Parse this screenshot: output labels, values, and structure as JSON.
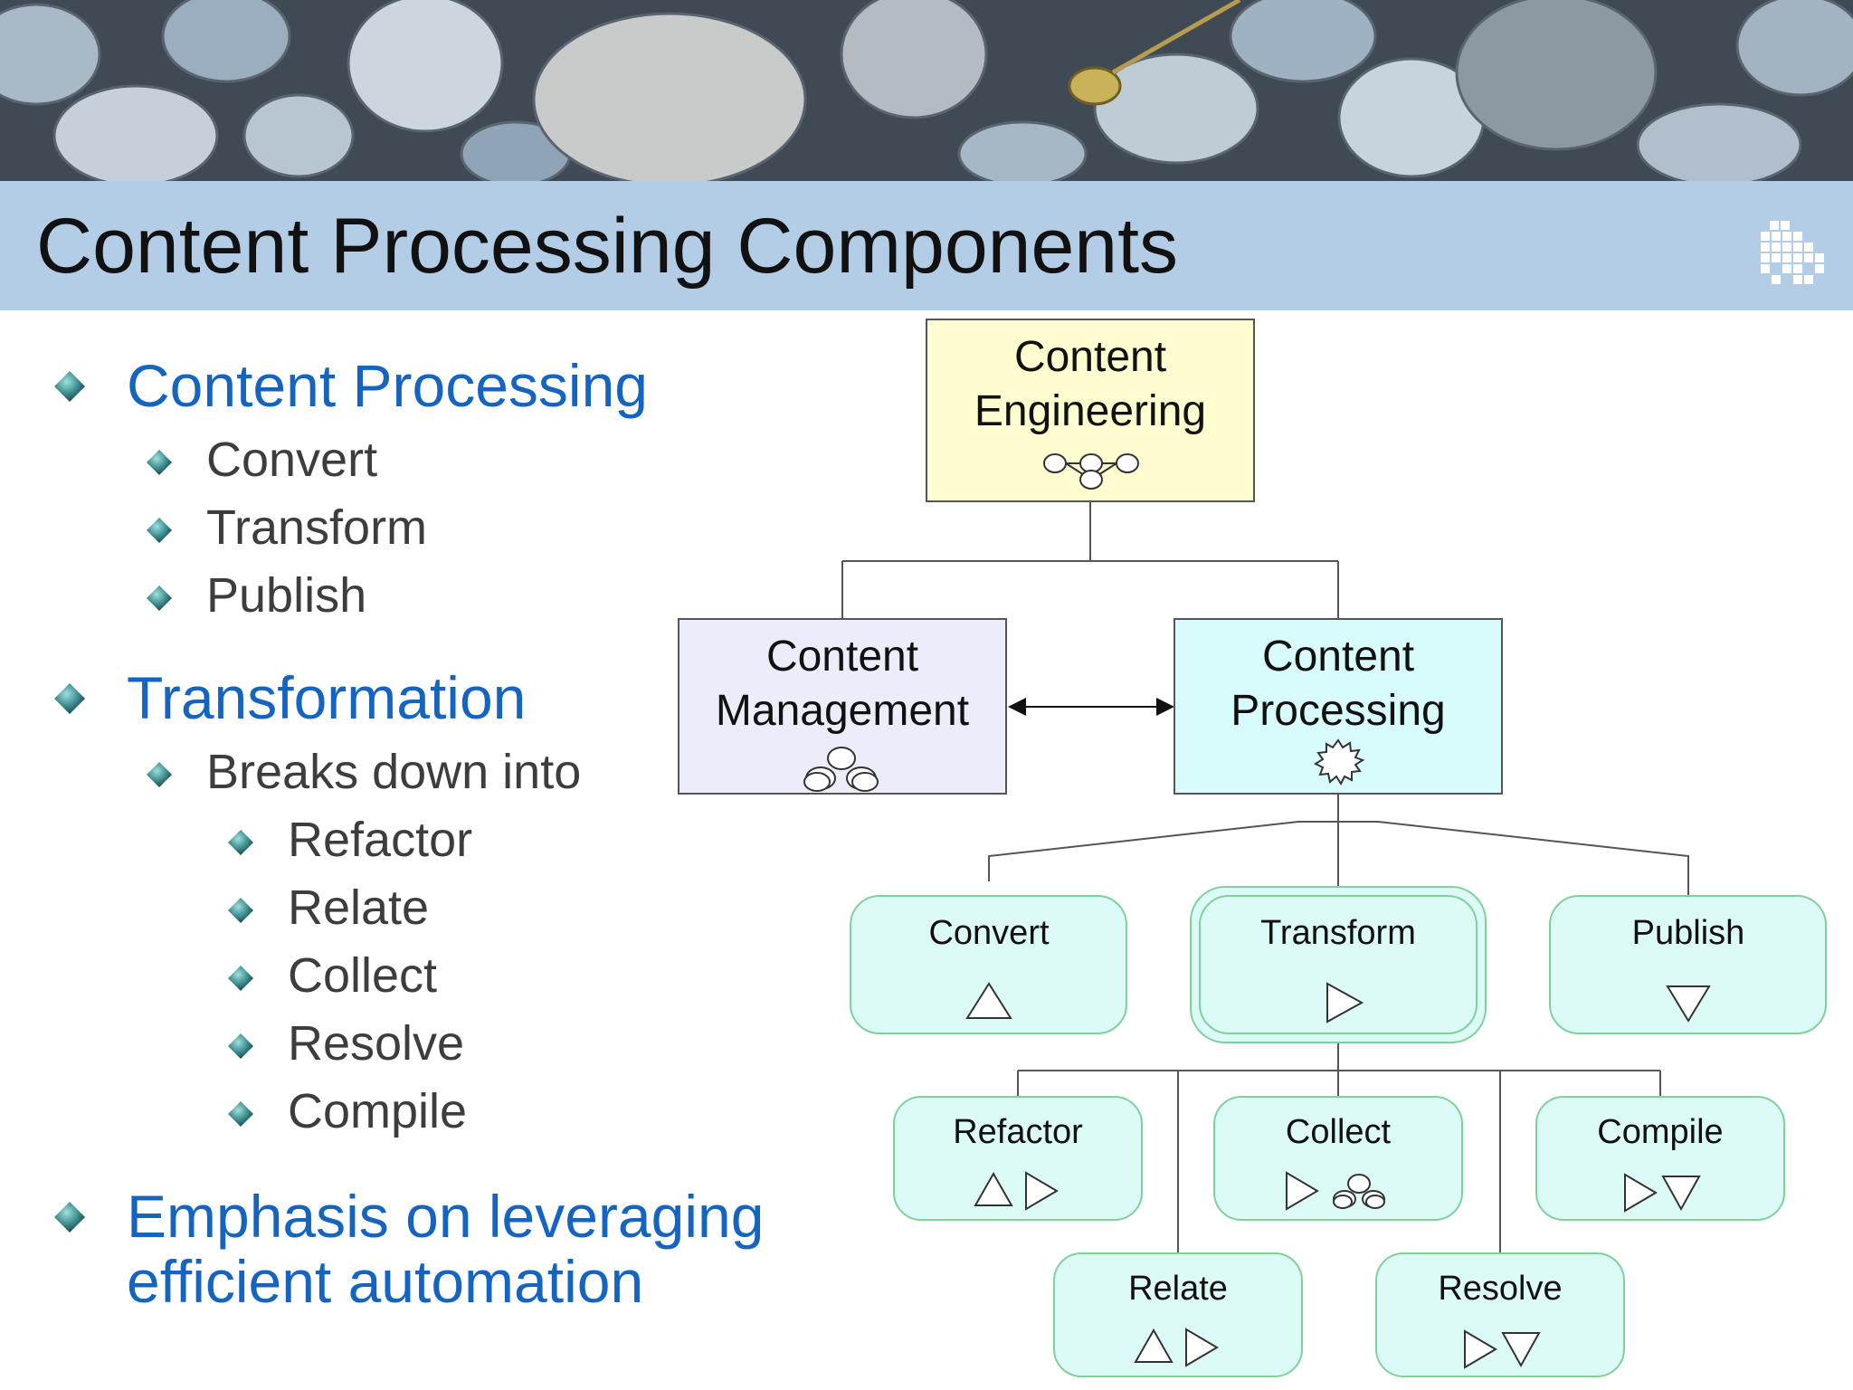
{
  "title": "Content Processing Components",
  "bullets": {
    "b1": "Content Processing",
    "b1_items": [
      "Convert",
      "Transform",
      "Publish"
    ],
    "b2": "Transformation",
    "b2_sub": "Breaks down into",
    "b2_items": [
      "Refactor",
      "Relate",
      "Collect",
      "Resolve",
      "Compile"
    ],
    "b3_line1": "Emphasis on leveraging",
    "b3_line2": "efficient automation"
  },
  "diagram": {
    "engineering": {
      "line1": "Content",
      "line2": "Engineering",
      "icon": "connected-nodes-icon",
      "color": "#fdfdd0"
    },
    "management": {
      "line1": "Content",
      "line2": "Management",
      "icon": "stacked-circles-icon",
      "color": "#ebeefa"
    },
    "processing": {
      "line1": "Content",
      "line2": "Processing",
      "icon": "starburst-icon",
      "color": "#d8fbfb"
    },
    "convert": {
      "label": "Convert",
      "icon": "triangle-up-icon"
    },
    "transform": {
      "label": "Transform",
      "icon": "triangle-right-icon"
    },
    "publish": {
      "label": "Publish",
      "icon": "triangle-down-icon"
    },
    "refactor": {
      "label": "Refactor",
      "icon": "triangle-up-right-icon"
    },
    "collect": {
      "label": "Collect",
      "icon": "triangle-right-circles-icon"
    },
    "compile": {
      "label": "Compile",
      "icon": "triangle-right-down-icon"
    },
    "relate": {
      "label": "Relate",
      "icon": "triangle-up-right-icon"
    },
    "resolve": {
      "label": "Resolve",
      "icon": "triangle-right-down-icon"
    },
    "task_fill": "#dcfbf7",
    "task_stroke": "#7fd19b"
  }
}
